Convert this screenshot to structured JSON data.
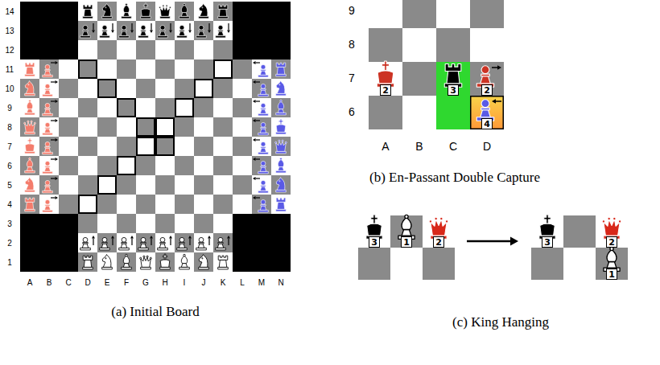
{
  "diagram": {
    "nodes": [
      {
        "text": [
          "2"
        ]
      },
      {
        "text": [
          "3"
        ]
      },
      {
        "text": [
          "2"
        ]
      },
      {
        "text": [
          "4"
        ]
      },
      {
        "text": [
          "3"
        ]
      },
      {
        "text": [
          "1"
        ]
      },
      {
        "text": [
          "2"
        ]
      },
      {
        "text": [
          "3"
        ]
      },
      {
        "text": [
          "2"
        ]
      },
      {
        "text": [
          "1"
        ]
      }
    ],
    "labels": [
      "14",
      "13",
      "12",
      "11",
      "10",
      "9",
      "8",
      "7",
      "6",
      "5",
      "4",
      "3",
      "2",
      "1",
      "A",
      "B",
      "C",
      "D",
      "E",
      "F",
      "G",
      "H",
      "I",
      "J",
      "K",
      "L",
      "M",
      "N",
      "(a) Initial Board",
      "9",
      "8",
      "7",
      "6",
      "A",
      "B",
      "C",
      "D",
      "(b) En-Passant Double Capture",
      "(c) King Hanging"
    ]
  }
}
